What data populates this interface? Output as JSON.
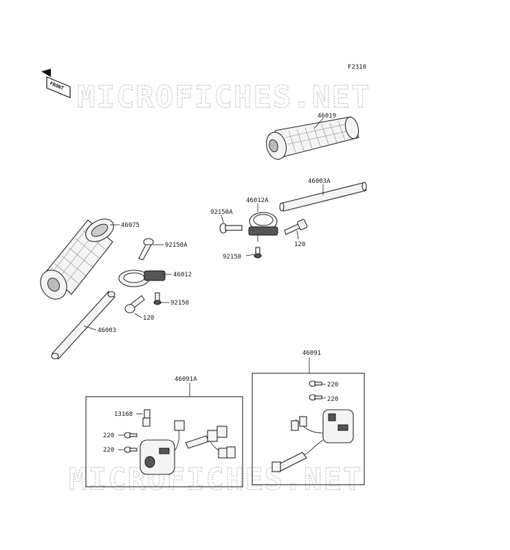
{
  "figure_code": "F2310",
  "front_label": "FRONT",
  "watermark": "MICROFICHES.NET",
  "parts": {
    "p46019": "46019",
    "p46003A": "46003A",
    "p46012A": "46012A",
    "p92150A_r": "92150A",
    "p120_r": "120",
    "p92150_r": "92150",
    "p46075": "46075",
    "p92150A_l": "92150A",
    "p46012": "46012",
    "p92150_l": "92150",
    "p120_l": "120",
    "p46003": "46003",
    "p46091": "46091",
    "p220_r1": "220",
    "p220_r2": "220",
    "p46091A": "46091A",
    "p13168": "13168",
    "p220_l1": "220",
    "p220_l2": "220"
  }
}
